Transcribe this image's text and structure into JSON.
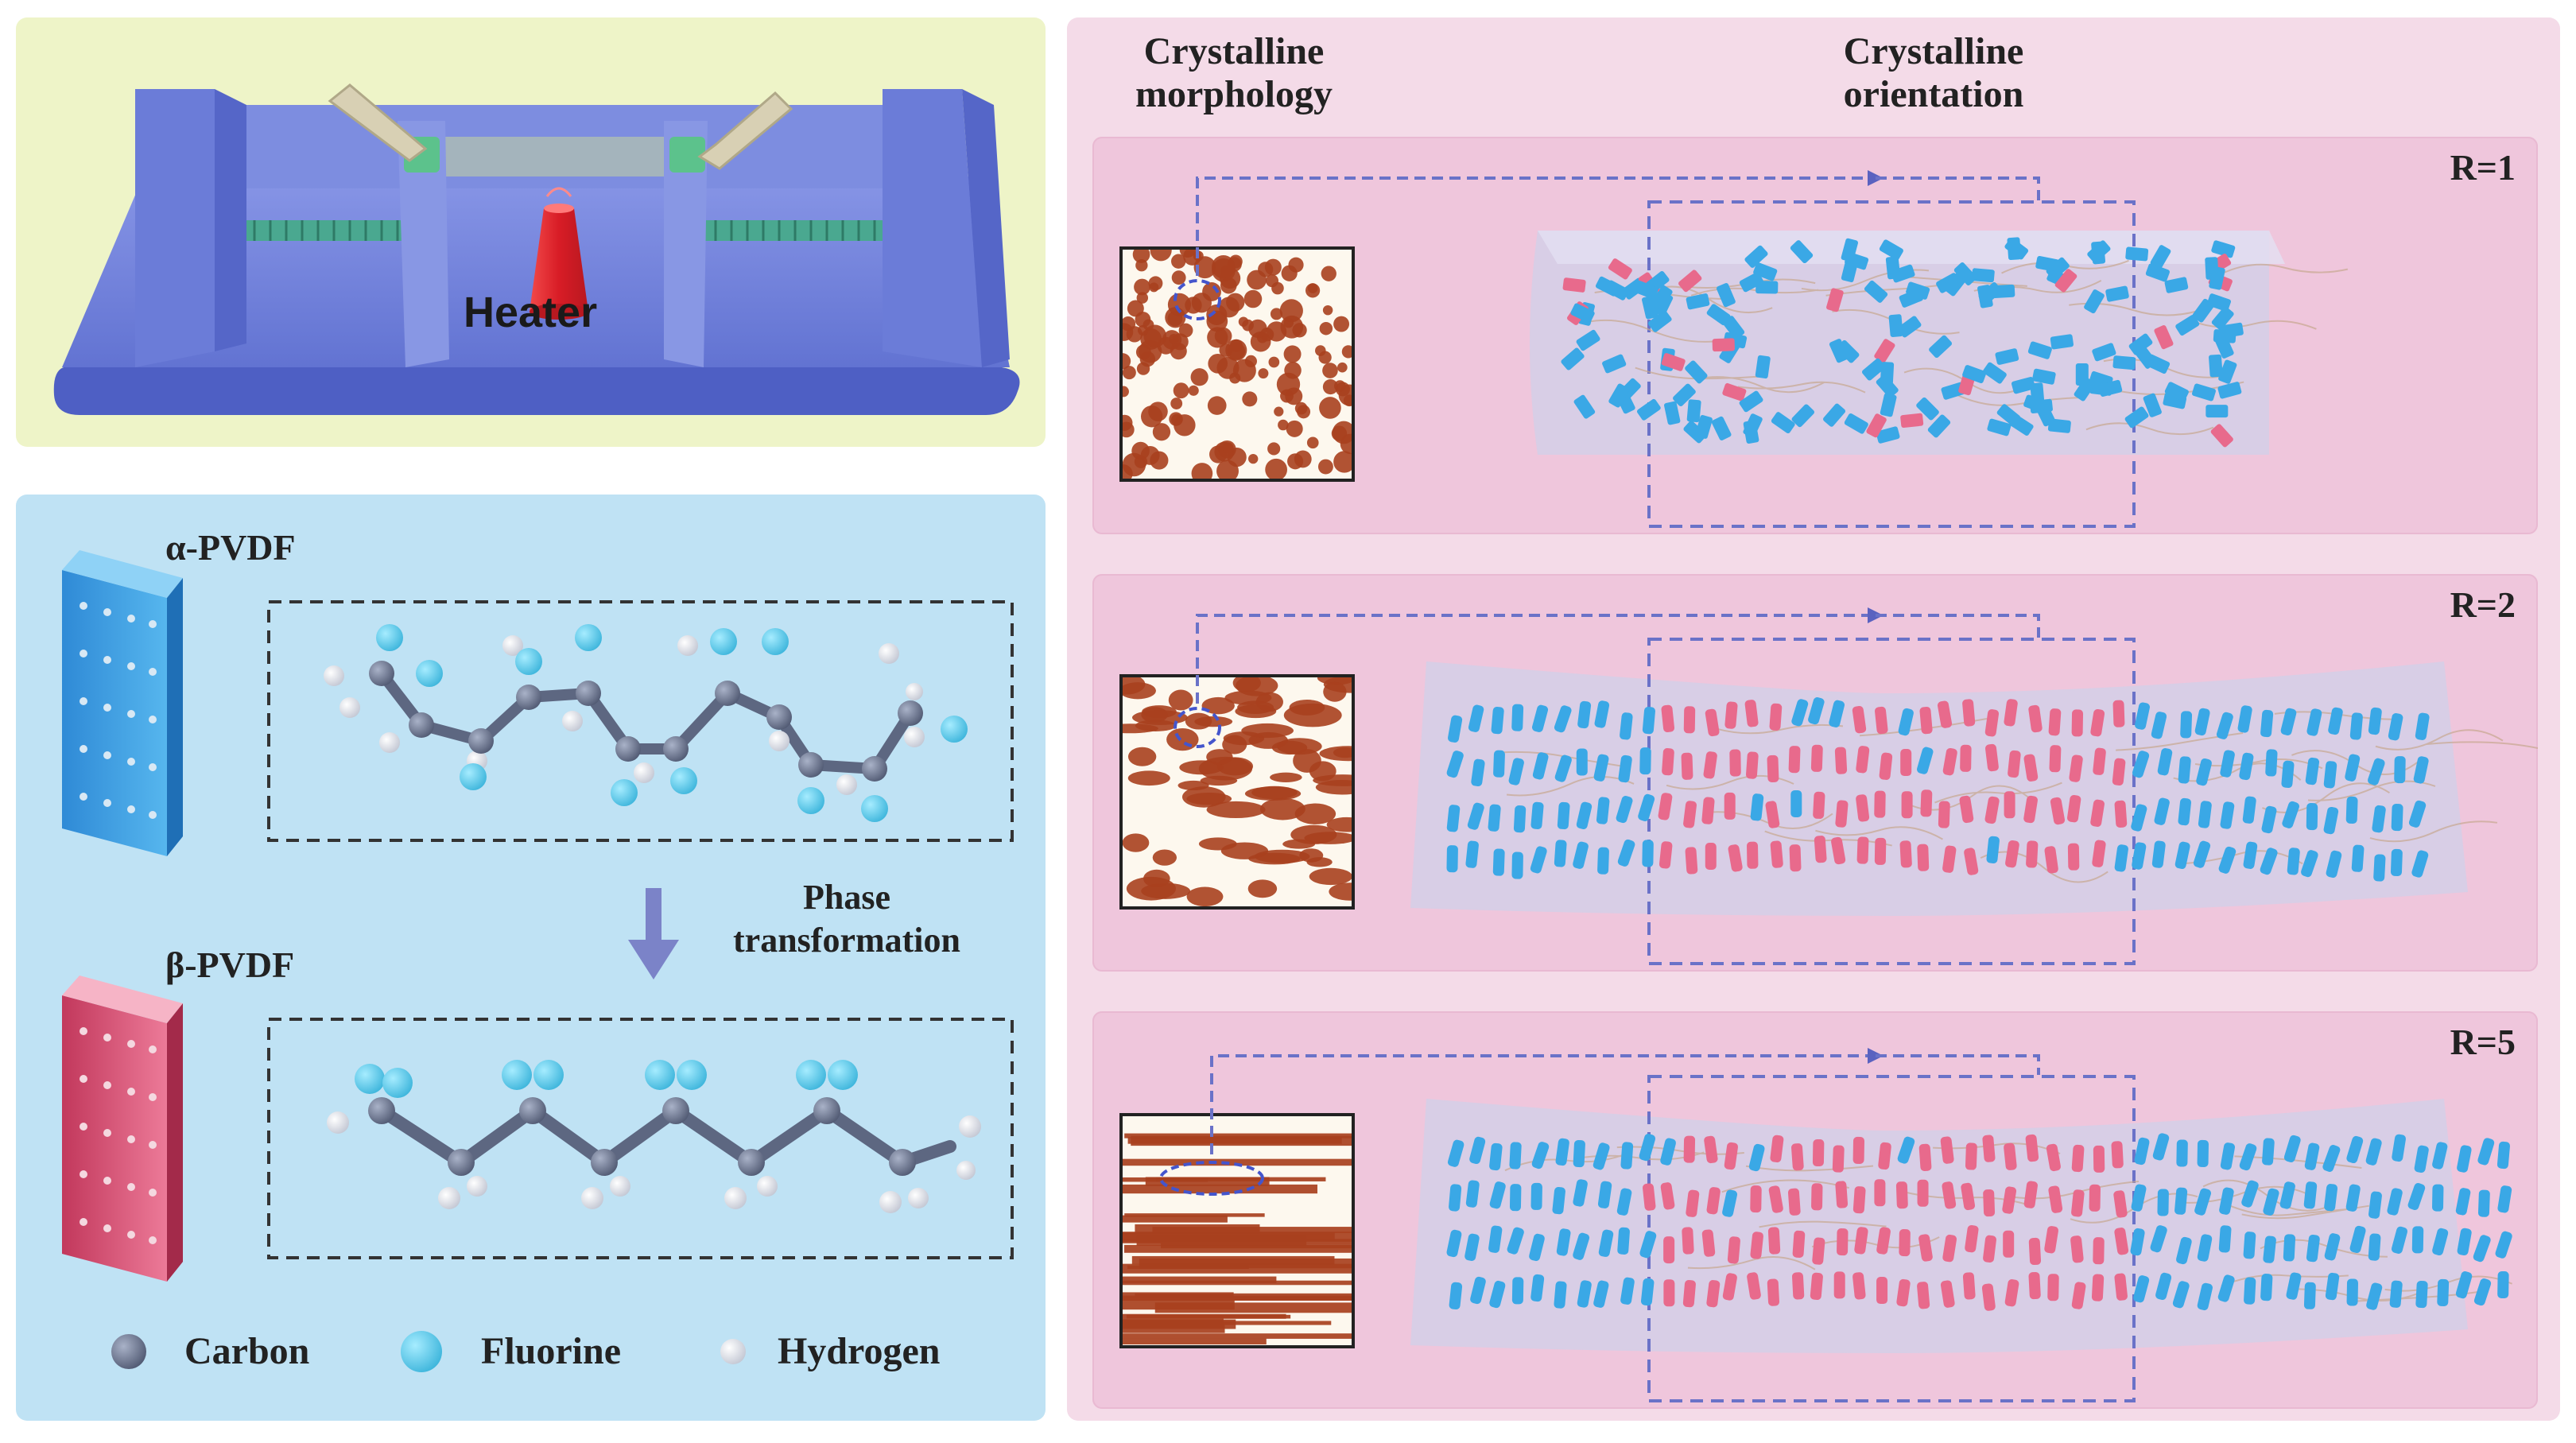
{
  "stretching_panel": {
    "heater_label": "Heater"
  },
  "pvdf_panel": {
    "alpha_label": "α-PVDF",
    "beta_label": "β-PVDF",
    "phase_label_line1": "Phase",
    "phase_label_line2": "transformation"
  },
  "legend": {
    "carbon": "Carbon",
    "fluorine": "Fluorine",
    "hydrogen": "Hydrogen"
  },
  "crystal_panel": {
    "morphology_header_line1": "Crystalline",
    "morphology_header_line2": "morphology",
    "orientation_header_line1": "Crystalline",
    "orientation_header_line2": "orientation",
    "rows": [
      {
        "ratio_label": "R=1"
      },
      {
        "ratio_label": "R=2"
      },
      {
        "ratio_label": "R=5"
      }
    ]
  },
  "colors": {
    "stretch_bg": "#eef4c8",
    "pvdf_bg": "#bfe2f4",
    "crystal_bg": "#f4dbe8",
    "device_blue": "#6f82dc",
    "heater_red": "#e0252f",
    "carbon_atom": "#6b7690",
    "fluorine_atom": "#5cc6e6",
    "hydrogen_atom": "#f2f4f8",
    "crystal_blue": "#3aa8e6",
    "crystal_pink": "#e86a8c",
    "morphology_brown": "#a8401e"
  }
}
